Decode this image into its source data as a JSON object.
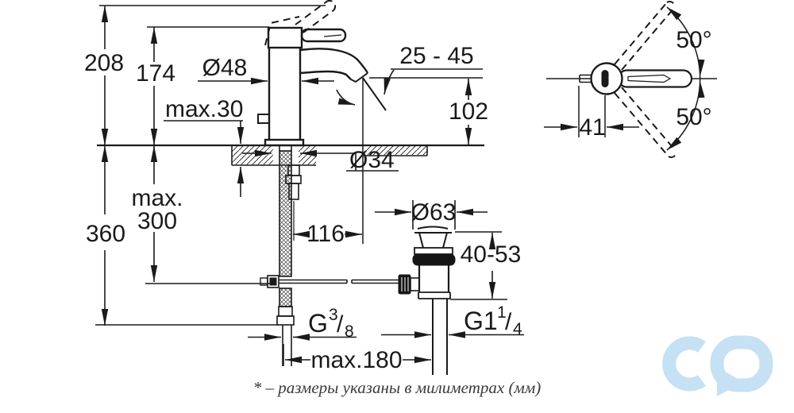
{
  "drawing": {
    "labels": {
      "total_height": "208",
      "body_height": "174",
      "deck_thickness_max": "max.30",
      "below_deck_depth": "360",
      "hose_length_max_line1": "max.",
      "hose_length_max_line2": "300",
      "body_diameter": "Ø48",
      "aerator_angle_range": "25 - 45",
      "spout_height": "102",
      "hole_diameter": "Ø34",
      "spout_reach": "116",
      "drain_cap_diameter": "Ø63",
      "drain_deck_range": "40-53",
      "supply_thread_base": "G",
      "supply_thread_sup": "3",
      "supply_thread_slash": "/",
      "supply_thread_sub": "8",
      "drain_thread_base": "G1",
      "drain_thread_sup": "1",
      "drain_thread_slash": "/",
      "drain_thread_sub": "4",
      "hose_spread_max": "max.180",
      "handle_swing_up": "50°",
      "handle_swing_down": "50°",
      "handle_pivot_offset": "41"
    }
  },
  "footnote": "* – размеры указаны в милиметрах (мм)",
  "logo": {
    "color": "#c5e1f3"
  }
}
